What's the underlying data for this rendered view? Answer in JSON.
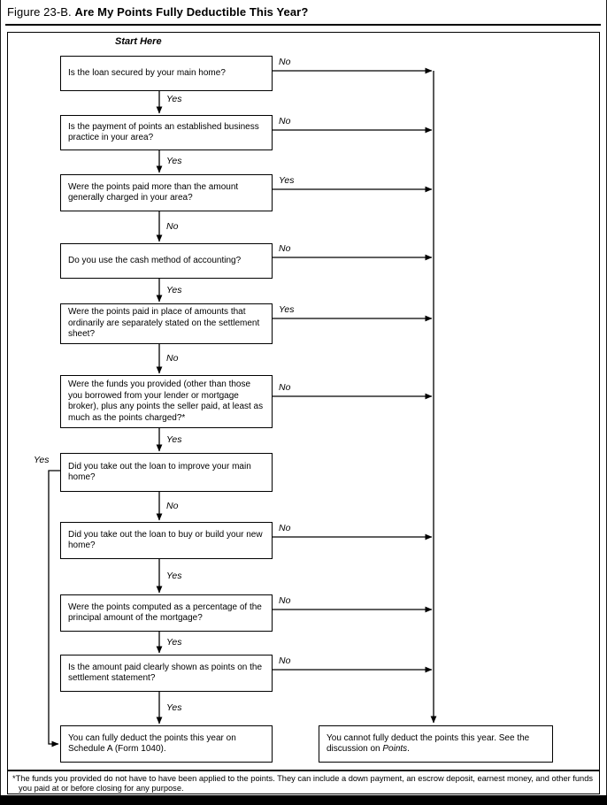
{
  "title": {
    "figure_label": "Figure 23-B.",
    "text": "Are My Points Fully Deductible This Year?"
  },
  "start_here": "Start Here",
  "questions": [
    {
      "text": "Is the loan secured by your main home?",
      "side_label": "No",
      "down_label": "Yes"
    },
    {
      "text": "Is the payment of points an established business practice in your area?",
      "side_label": "No",
      "down_label": "Yes"
    },
    {
      "text": "Were the points paid more than the amount generally charged in your area?",
      "side_label": "Yes",
      "down_label": "No"
    },
    {
      "text": "Do you use the cash method of accounting?",
      "side_label": "No",
      "down_label": "Yes"
    },
    {
      "text": "Were the points paid in place of amounts that ordinarily are separately stated on the settlement sheet?",
      "side_label": "Yes",
      "down_label": "No"
    },
    {
      "text": "Were the funds you provided (other than those you borrowed from your lender or mortgage broker), plus any points the seller paid, at least as much as the points charged?*",
      "side_label": "No",
      "down_label": "Yes"
    },
    {
      "text": "Did you take out the loan to improve your main home?",
      "side_label": "Yes",
      "down_label": "No"
    },
    {
      "text": "Did you take out the loan to buy or build your new home?",
      "side_label": "No",
      "down_label": "Yes"
    },
    {
      "text": "Were the points computed as a percentage of the principal amount of the mortgage?",
      "side_label": "No",
      "down_label": "Yes"
    },
    {
      "text": "Is the amount paid clearly shown as points on the settlement statement?",
      "side_label": "No",
      "down_label": "Yes"
    }
  ],
  "outcomes": {
    "deduct": "You can fully deduct the points this year on Schedule A (Form 1040).",
    "not_deduct_prefix": "You cannot fully deduct the points this year. See the discussion on ",
    "not_deduct_italic": "Points",
    "not_deduct_suffix": "."
  },
  "footnote": "*The funds you provided do not have to have been applied to the points. They can include a down payment, an escrow deposit, earnest money, and other funds you paid at or before closing for any purpose.",
  "colors": {
    "line": "#000000",
    "background": "#ffffff"
  }
}
